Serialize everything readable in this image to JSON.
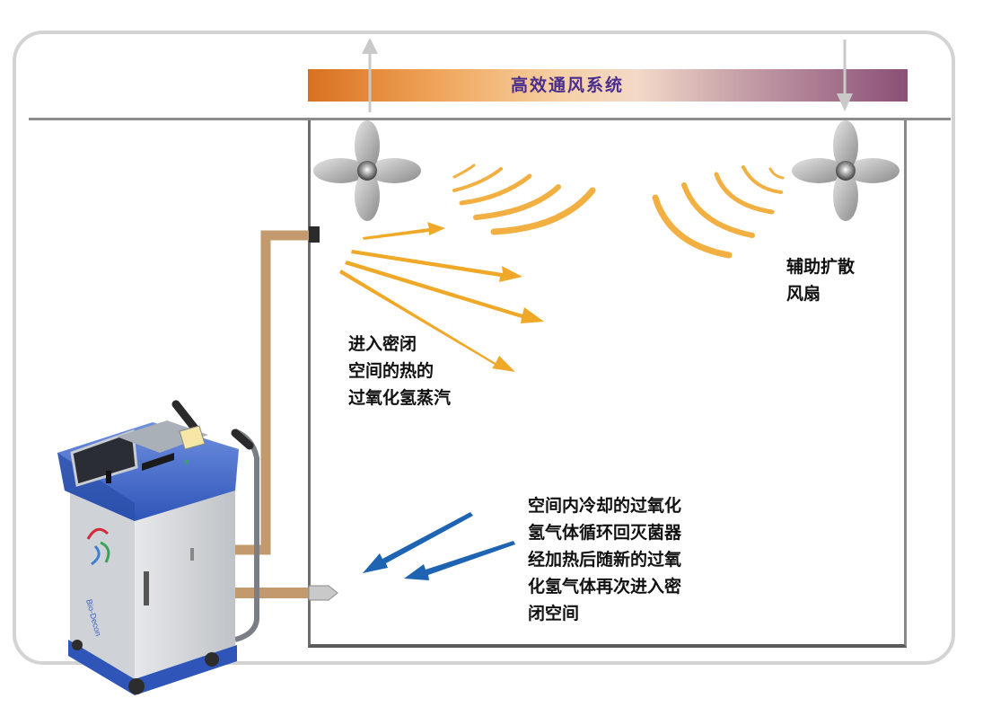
{
  "banner": {
    "title": "高效通风系统"
  },
  "labels": {
    "aux_fan": [
      "辅助扩散",
      "风扇"
    ],
    "hot_vapor_in": [
      "进入密闭",
      "空间的热的",
      "过氧化氢蒸汽"
    ],
    "cool_vapor_return": [
      "空间内冷却的过氧化",
      "氢气体循环回灭菌器",
      "经加热后随新的过氧",
      "化氢气体再次进入密",
      "闭空间"
    ]
  },
  "machine": {
    "brand": "Bio-Decon"
  },
  "colors": {
    "hot_arrow": "#f0a828",
    "cool_arrow": "#1e63b0",
    "duct": "#c39a6e",
    "machine_blue": "#3a64c8",
    "banner_text": "#4a2e8f"
  }
}
